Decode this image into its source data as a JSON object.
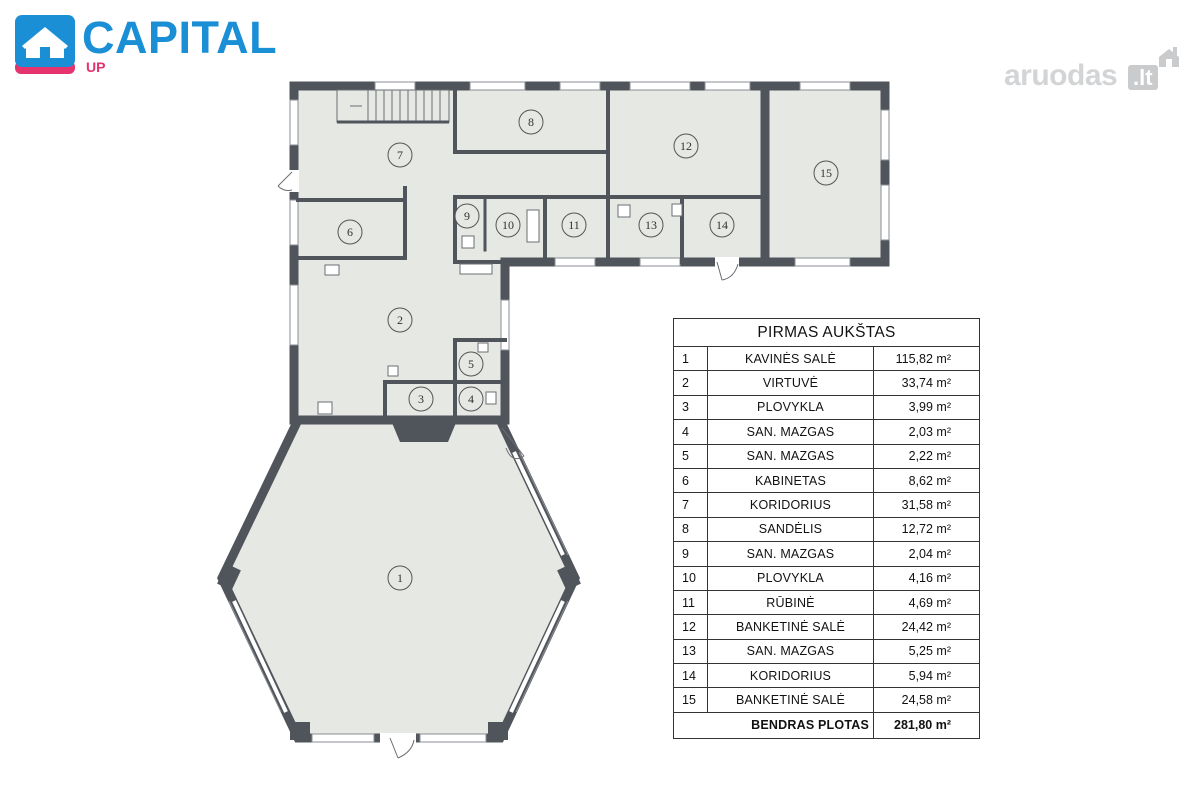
{
  "logo": {
    "name": "CAPITAL",
    "sub": "UP",
    "icon": "house-logo-icon",
    "colors": {
      "primary": "#1b8fd6",
      "accent": "#e5336e"
    }
  },
  "watermark": {
    "text": "aruodas",
    "suffix": ".lt",
    "icon": "house-icon"
  },
  "plan": {
    "colors": {
      "wall": "#50555c",
      "floor": "#e6e8e4"
    },
    "room_labels": [
      "1",
      "2",
      "3",
      "4",
      "5",
      "6",
      "7",
      "8",
      "9",
      "10",
      "11",
      "12",
      "13",
      "14",
      "15"
    ]
  },
  "area_table": {
    "title": "PIRMAS AUKŠTAS",
    "rows": [
      {
        "no": "1",
        "name": "KAVINĖS SALĖ",
        "area": "115,82 m²"
      },
      {
        "no": "2",
        "name": "VIRTUVĖ",
        "area": "33,74 m²"
      },
      {
        "no": "3",
        "name": "PLOVYKLA",
        "area": "3,99 m²"
      },
      {
        "no": "4",
        "name": "SAN. MAZGAS",
        "area": "2,03 m²"
      },
      {
        "no": "5",
        "name": "SAN. MAZGAS",
        "area": "2,22 m²"
      },
      {
        "no": "6",
        "name": "KABINETAS",
        "area": "8,62 m²"
      },
      {
        "no": "7",
        "name": "KORIDORIUS",
        "area": "31,58 m²"
      },
      {
        "no": "8",
        "name": "SANDĖLIS",
        "area": "12,72 m²"
      },
      {
        "no": "9",
        "name": "SAN. MAZGAS",
        "area": "2,04 m²"
      },
      {
        "no": "10",
        "name": "PLOVYKLA",
        "area": "4,16 m²"
      },
      {
        "no": "11",
        "name": "RŪBINĖ",
        "area": "4,69 m²"
      },
      {
        "no": "12",
        "name": "BANKETINĖ SALĖ",
        "area": "24,42 m²"
      },
      {
        "no": "13",
        "name": "SAN. MAZGAS",
        "area": "5,25 m²"
      },
      {
        "no": "14",
        "name": "KORIDORIUS",
        "area": "5,94 m²"
      },
      {
        "no": "15",
        "name": "BANKETINĖ SALĖ",
        "area": "24,58 m²"
      }
    ],
    "total_label": "BENDRAS PLOTAS",
    "total_value": "281,80 m²"
  }
}
